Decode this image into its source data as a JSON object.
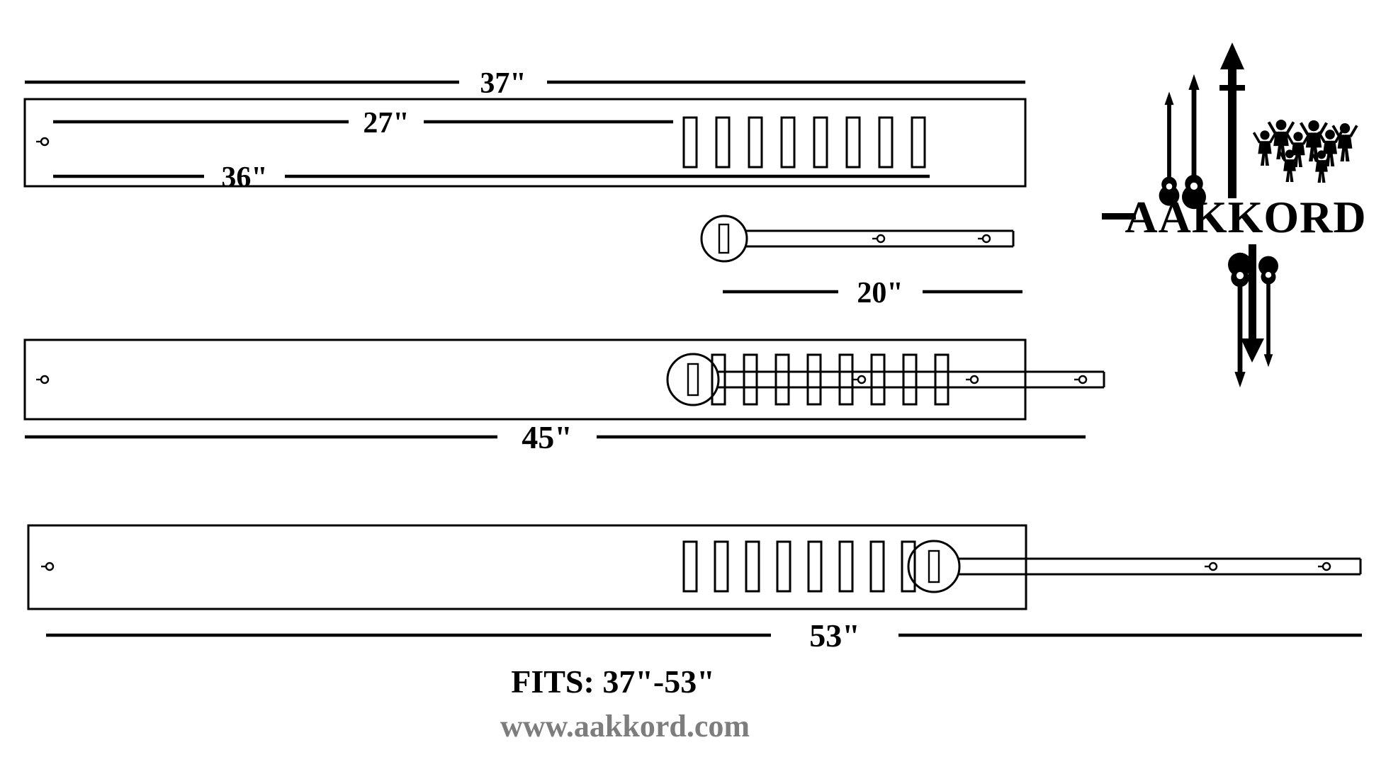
{
  "dims": {
    "d37": "37\"",
    "d27": "27\"",
    "d36": "36\"",
    "d20": "20\"",
    "d45": "45\"",
    "d53": "53\""
  },
  "captions": {
    "fits": "FITS:  37\"-53\"",
    "website": "www.aakkord.com"
  },
  "logo": {
    "brand": "AAKKORD"
  },
  "straps": {
    "strap_37": {
      "overall_length": "37\"",
      "inner_lengths": [
        "27\"",
        "36\""
      ],
      "slot_count": 8,
      "left_holes": 1
    },
    "tail_20": {
      "length": "20\"",
      "hole_count": 2,
      "has_buckle_ring": true
    },
    "strap_45": {
      "assembled_length": "45\"",
      "slot_count": 8,
      "tail_holes": 3
    },
    "strap_53": {
      "assembled_length": "53\"",
      "slot_count": 8,
      "tail_holes": 2
    }
  },
  "colors": {
    "line": "#000000",
    "website_text": "#7d7d7d"
  }
}
